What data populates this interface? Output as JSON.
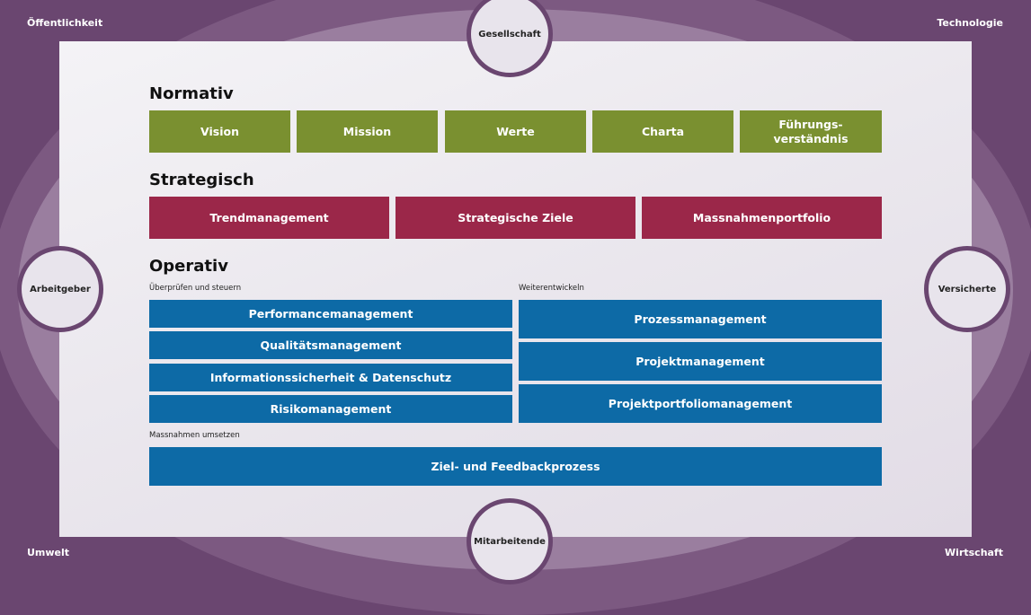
{
  "colors": {
    "background": "#6a4670",
    "normativ": "#7a9030",
    "strategisch": "#9b2749",
    "operativ": "#0d6aa6"
  },
  "corners": {
    "top_left": "Öffentlichkeit",
    "top_right": "Technologie",
    "bottom_left": "Umwelt",
    "bottom_right": "Wirtschaft"
  },
  "stakeholders": {
    "top": "Gesellschaft",
    "left": "Arbeitgeber",
    "right": "Versicherte",
    "bottom": "Mitarbeitende"
  },
  "normativ": {
    "title": "Normativ",
    "items": [
      "Vision",
      "Mission",
      "Werte",
      "Charta",
      "Führungs-\nverständnis"
    ]
  },
  "strategisch": {
    "title": "Strategisch",
    "items": [
      "Trendmanagement",
      "Strategische Ziele",
      "Massnahmenportfolio"
    ]
  },
  "operativ": {
    "title": "Operativ",
    "left_label": "Überprüfen und steuern",
    "left_items": [
      "Performancemanagement",
      "Qualitätsmanagement",
      "Informationssicherheit & Datenschutz",
      "Risikomanagement"
    ],
    "right_label": "Weiterentwickeln",
    "right_items": [
      "Prozessmanagement",
      "Projektmanagement",
      "Projektportfoliomanagement"
    ],
    "bottom_label": "Massnahmen umsetzen",
    "bottom_item": "Ziel- und Feedbackprozess"
  }
}
